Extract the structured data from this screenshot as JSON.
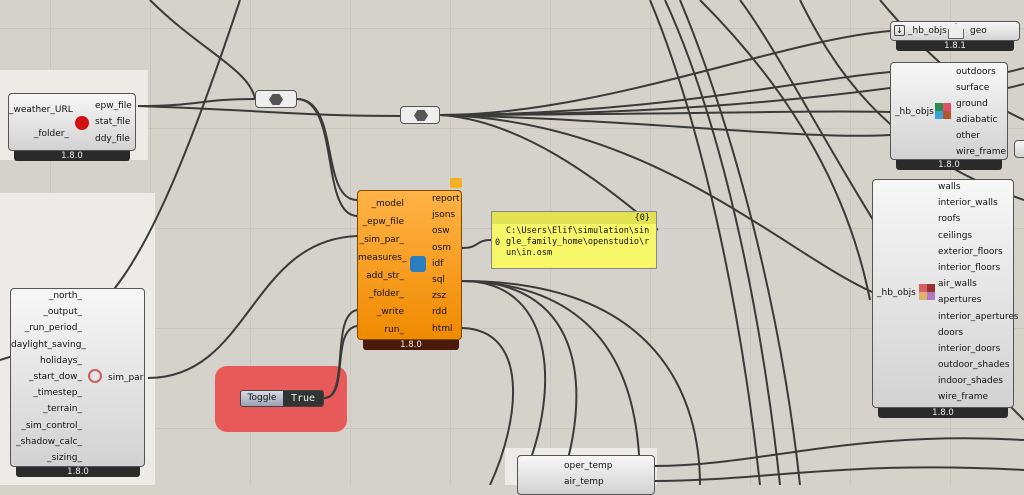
{
  "weather": {
    "inputs": [
      "_weather_URL",
      "_folder_"
    ],
    "outputs": [
      "epw_file",
      "stat_file",
      "ddy_file"
    ],
    "version": "1.8.0"
  },
  "openstudio": {
    "inputs": [
      "_model",
      "_epw_file",
      "_sim_par_",
      "measures_",
      "add_str_",
      "_folder_",
      "_write",
      "run_"
    ],
    "outputs": [
      "report",
      "jsons",
      "osw",
      "osm",
      "idf",
      "sql",
      "zsz",
      "rdd",
      "html"
    ],
    "version": "1.8.0"
  },
  "panel": {
    "header": "{0}",
    "index": "0",
    "text": "C:\\Users\\Elif\\simulation\\single_family_home\\openstudio\\run\\in.osm"
  },
  "simpar": {
    "inputs": [
      "_north_",
      "_output_",
      "_run_period_",
      "daylight_saving_",
      "holidays_",
      "_start_dow_",
      "_timestep_",
      "_terrain_",
      "_sim_control_",
      "_shadow_calc_",
      "_sizing_"
    ],
    "output": "sim_par",
    "version": "1.8.0"
  },
  "toggle": {
    "label": "Toggle",
    "value": "True",
    "group_color": "#e85a5a"
  },
  "geo": {
    "input": "_hb_objs",
    "output": "geo",
    "version": "1.8.1"
  },
  "boundary": {
    "input": "_hb_objs",
    "outputs": [
      "outdoors",
      "surface",
      "ground",
      "adiabatic",
      "other",
      "wire_frame"
    ],
    "version": "1.8.0"
  },
  "faces": {
    "input": "_hb_objs",
    "outputs": [
      "walls",
      "interior_walls",
      "roofs",
      "ceilings",
      "exterior_floors",
      "interior_floors",
      "air_walls",
      "apertures",
      "interior_apertures",
      "doors",
      "interior_doors",
      "outdoor_shades",
      "indoor_shades",
      "wire_frame"
    ],
    "version": "1.8.0"
  },
  "results": {
    "outputs": [
      "oper_temp",
      "air_temp"
    ]
  }
}
